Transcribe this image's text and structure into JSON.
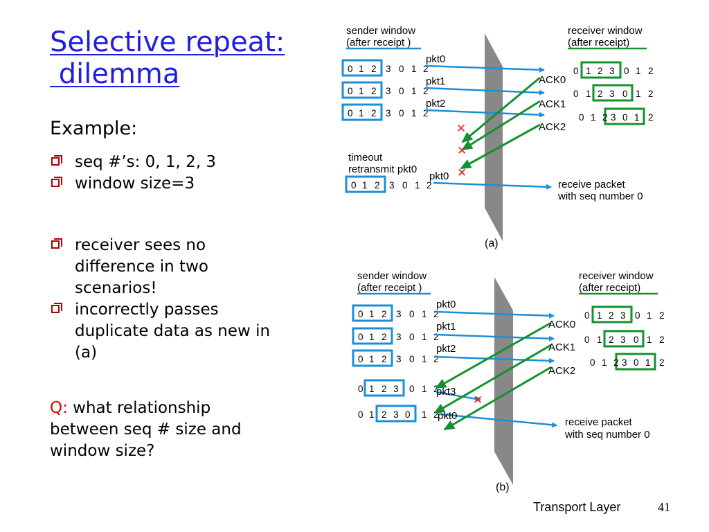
{
  "slide": {
    "title_line1": "Selective repeat:",
    "title_line2": " dilemma",
    "example_label": "Example:",
    "bullets_a": [
      "seq #’s: 0, 1, 2, 3",
      "window size=3"
    ],
    "bullets_b": [
      "receiver sees no difference in two scenarios!",
      "incorrectly passes duplicate data as new in (a)"
    ],
    "question_label": "Q:",
    "question_text": " what relationship between seq # size and window size?",
    "footer_label": "Transport Layer",
    "page_number": "41"
  },
  "diagram": {
    "colors": {
      "packet": "#1a8fd8",
      "ack": "#12922f",
      "loss": "#e02020",
      "sender_box": "#1a8fd8",
      "receiver_box": "#12922f",
      "wall": "#888888"
    },
    "sender_header_1": "sender window",
    "sender_header_2": "(after receipt )",
    "sender_header_2a": "(after receipt)",
    "receiver_header_1": "receiver window",
    "receiver_header_2": "(after receipt)",
    "receive_note_1": "receive packet",
    "receive_note_2": "with seq number 0",
    "timeout_1": "timeout",
    "timeout_2": "retransmit pkt0",
    "caption_a": "(a)",
    "caption_b": "(b)",
    "sequence": [
      "0",
      "1",
      "2",
      "3",
      "0",
      "1",
      "2"
    ],
    "pkt_labels": [
      "pkt0",
      "pkt1",
      "pkt2",
      "pkt3",
      "pkt0"
    ],
    "ack_labels": [
      "ACK0",
      "ACK1",
      "ACK2"
    ]
  }
}
